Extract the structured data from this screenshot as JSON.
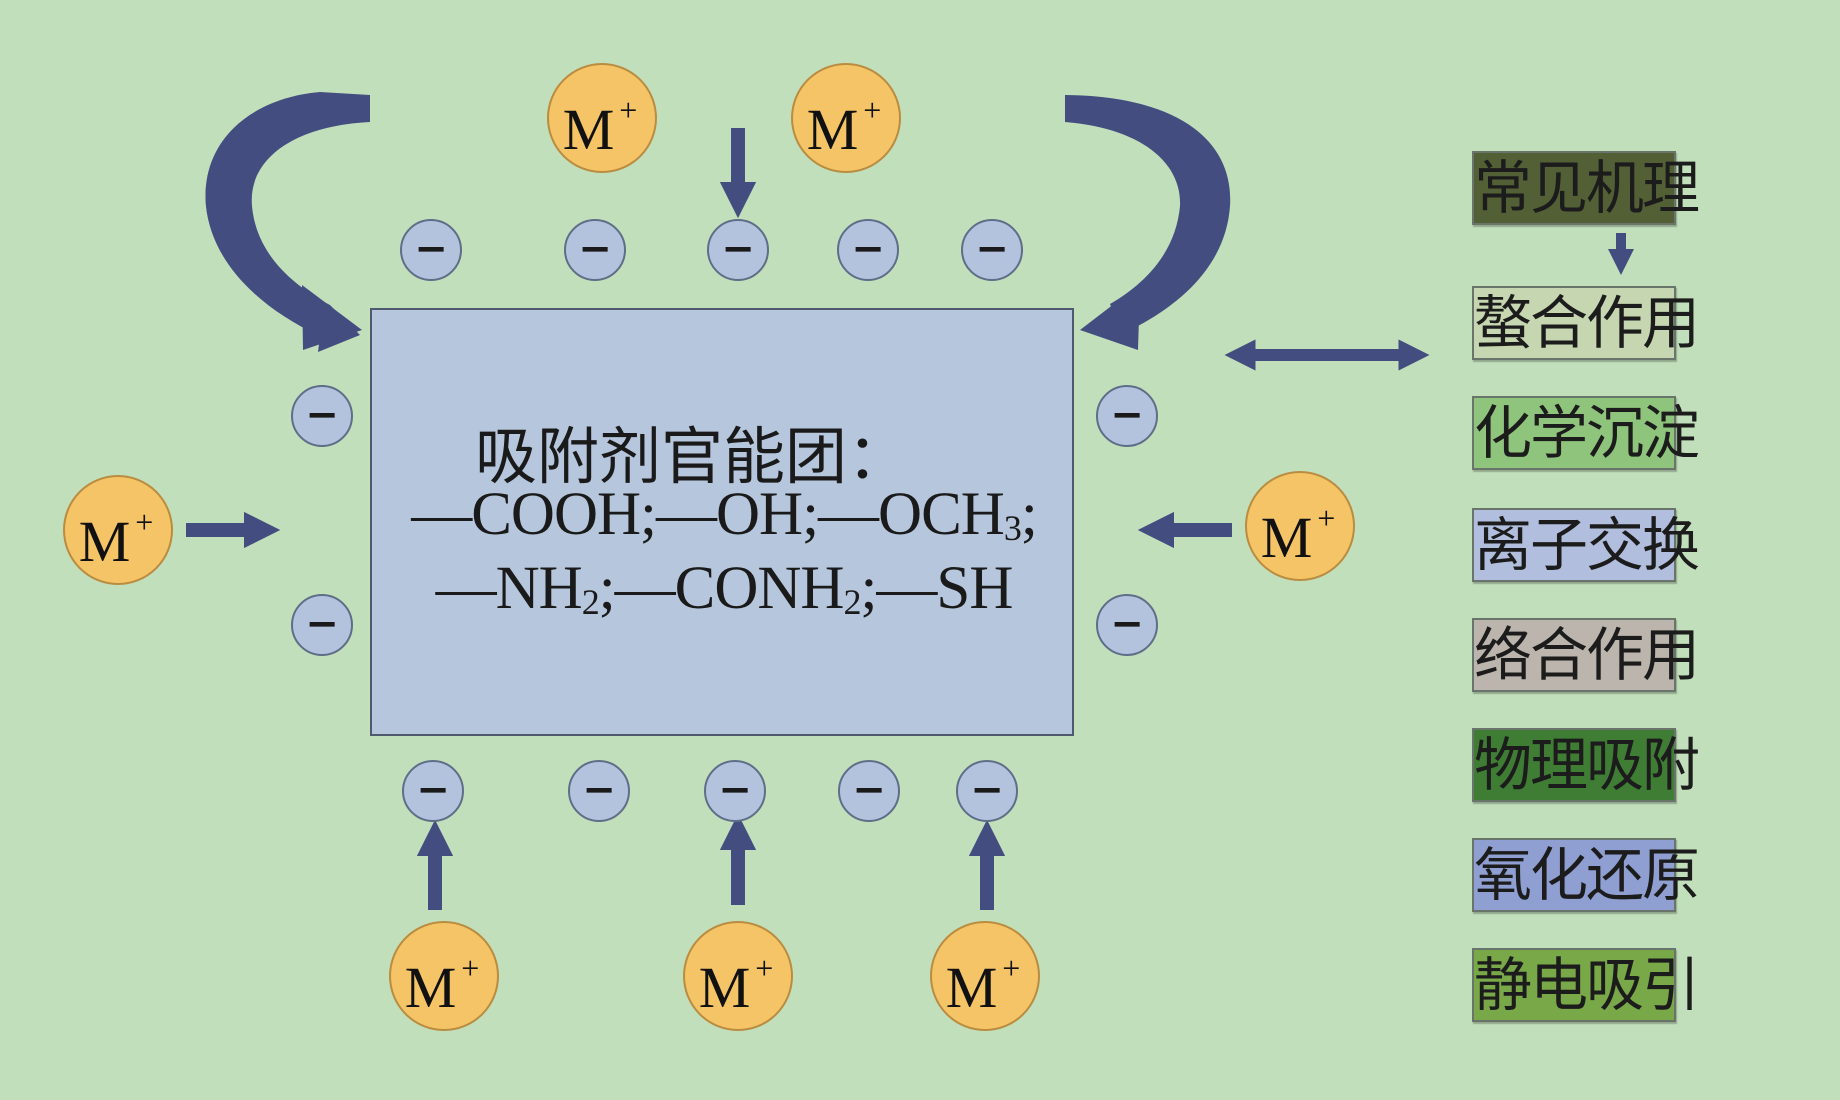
{
  "adsorbent": {
    "title": "吸附剂官能团：",
    "groups_line1": [
      {
        "t": "—COOH;—OH;—OCH"
      },
      {
        "s": "3"
      },
      {
        "t": ";"
      }
    ],
    "groups_line2": [
      {
        "t": "—NH"
      },
      {
        "s": "2"
      },
      {
        "t": ";—CONH"
      },
      {
        "s": "2"
      },
      {
        "t": ";—SH"
      }
    ]
  },
  "negative_site_symbol": "−",
  "metal_ion": {
    "symbol": "M",
    "charge": "+"
  },
  "mechanisms": {
    "header": "常见机理",
    "items": [
      {
        "label": "螯合作用",
        "color": "#c5d6b0"
      },
      {
        "label": "化学沉淀",
        "color": "#8fc47c"
      },
      {
        "label": "离子交换",
        "color": "#b1bedd"
      },
      {
        "label": "络合作用",
        "color": "#bcb5ad"
      },
      {
        "label": "物理吸附",
        "color": "#3f7d35"
      },
      {
        "label": "氧化还原",
        "color": "#8f9fd2"
      },
      {
        "label": "静电吸引",
        "color": "#78a848"
      }
    ],
    "header_color": "#536036"
  },
  "colors": {
    "background": "#c2dfbb",
    "arrow": "#434d80",
    "ion_fill": "#f4c466",
    "site_fill": "#b3c2dd",
    "adsorbent_fill": "#b6c6dc"
  }
}
